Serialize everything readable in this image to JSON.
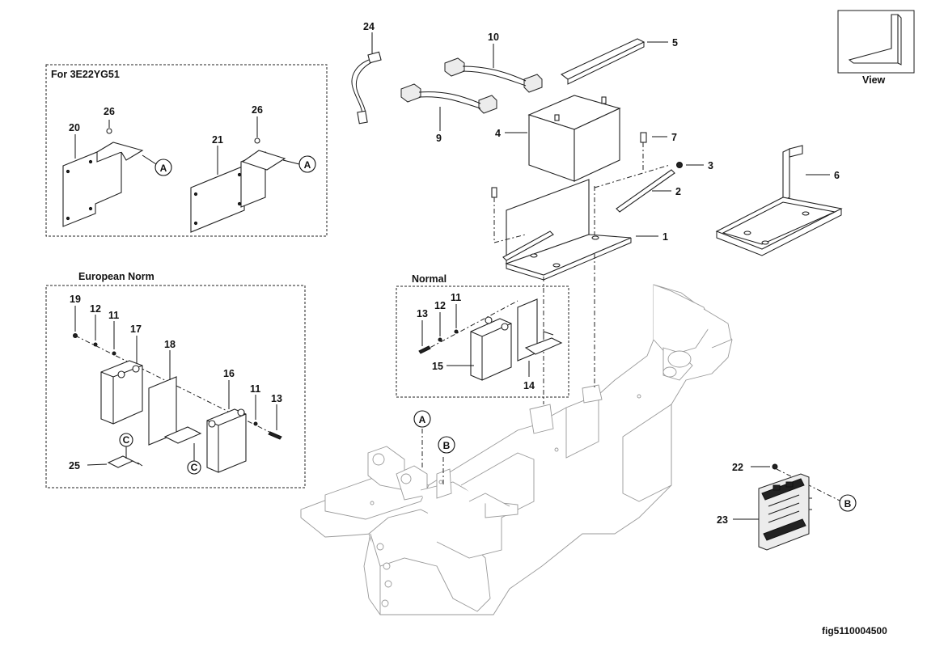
{
  "figure_code": "fig5110004500",
  "view_label": "View",
  "groups": {
    "for_model": "For 3E22YG51",
    "european": "European Norm",
    "normal": "Normal"
  },
  "callouts": {
    "a": "A",
    "b": "B",
    "c": "C"
  },
  "labels": {
    "n1": "1",
    "n2": "2",
    "n3": "3",
    "n4": "4",
    "n5": "5",
    "n6": "6",
    "n7": "7",
    "n9": "9",
    "n10": "10",
    "n11": "11",
    "n12": "12",
    "n13": "13",
    "n14": "14",
    "n15": "15",
    "n16": "16",
    "n17": "17",
    "n18": "18",
    "n19": "19",
    "n20": "20",
    "n21": "21",
    "n22": "22",
    "n23": "23",
    "n24": "24",
    "n25": "25",
    "n26": "26"
  }
}
